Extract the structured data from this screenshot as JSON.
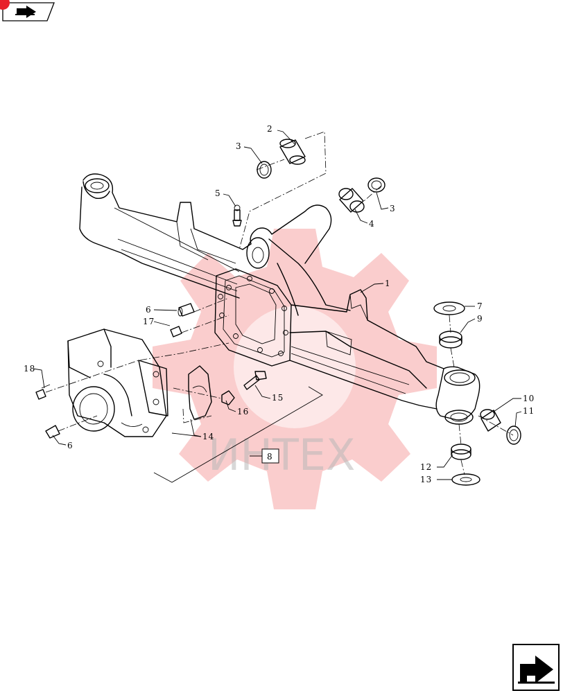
{
  "brand": {
    "accent": "#e8202a",
    "watermark_color": "#f07070"
  },
  "nav_top": {
    "icon": "next-page-arrow-icon"
  },
  "nav_bottom": {
    "icon": "return-arrow-icon"
  },
  "watermark": {
    "text": "ИНТЕХ"
  },
  "callouts": {
    "c1": "1",
    "c2": "2",
    "c3a": "3",
    "c3b": "3",
    "c4": "4",
    "c5": "5",
    "c6a": "6",
    "c6b": "6",
    "c7": "7",
    "c8": "8",
    "c9": "9",
    "c10": "10",
    "c11": "11",
    "c12": "12",
    "c13": "13",
    "c14": "14",
    "c15": "15",
    "c16": "16",
    "c17": "17",
    "c18": "18"
  }
}
